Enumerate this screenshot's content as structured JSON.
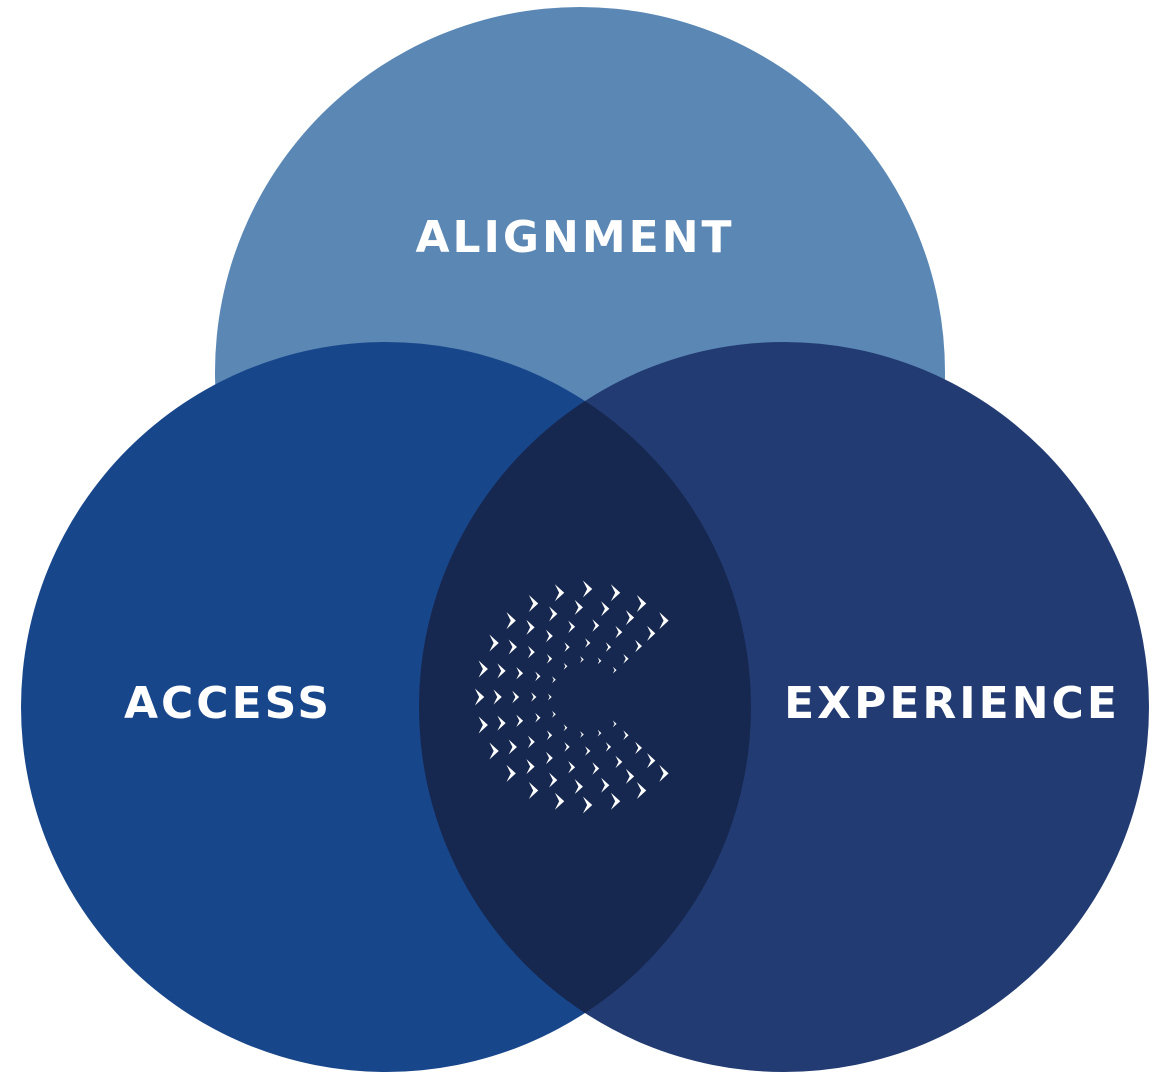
{
  "diagram": {
    "type": "venn",
    "colors": {
      "background": "#ffffff",
      "alignment": "#5b87b4",
      "access": "#18468b",
      "experience": "#223b72",
      "intersection": "#16284f",
      "text": "#ffffff"
    },
    "circles": [
      {
        "id": "alignment",
        "label": "ALIGNMENT"
      },
      {
        "id": "access",
        "label": "ACCESS"
      },
      {
        "id": "experience",
        "label": "EXPERIENCE"
      }
    ],
    "center_logo": {
      "icon": "chevron-c-logo-icon"
    }
  }
}
